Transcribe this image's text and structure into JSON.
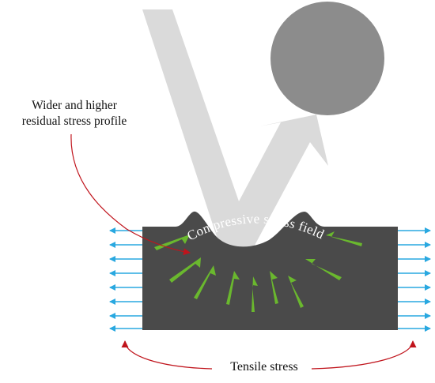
{
  "labels": {
    "profile_line1": "Wider and higher",
    "profile_line2": "residual stress profile",
    "compressive_field": "Compressive stress field",
    "tensile": "Tensile stress"
  },
  "colors": {
    "workpiece": "#4a4a4a",
    "shot": "#8c8c8c",
    "trajectory": "#d9d9d9",
    "compressive_arrow": "#6ab82e",
    "tensile_arrow": "#29a8e0",
    "leader": "#c0141c"
  },
  "tensile_arrows_per_side": 8,
  "compressive_arrows": 9
}
